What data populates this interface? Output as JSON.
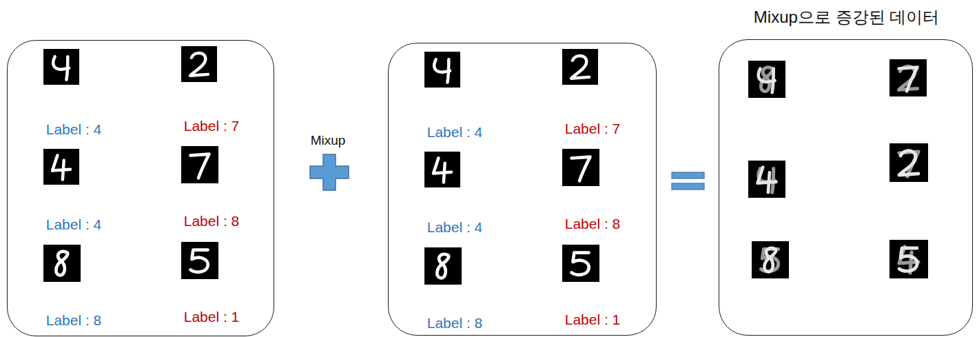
{
  "diagram": {
    "nodes": [
      {
        "text": [
          "Label : 4",
          "Label : 7",
          "Label : 4",
          "Label : 8",
          "Label : 8",
          "Label : 1"
        ]
      },
      {
        "text": [
          "Label : 4",
          "Label : 7",
          "Label : 4",
          "Label : 8",
          "Label : 8",
          "Label : 1"
        ]
      },
      {
        "text": [
          "Mixup으로 증강된 데이터"
        ]
      }
    ],
    "labels": [
      "Mixup"
    ]
  }
}
